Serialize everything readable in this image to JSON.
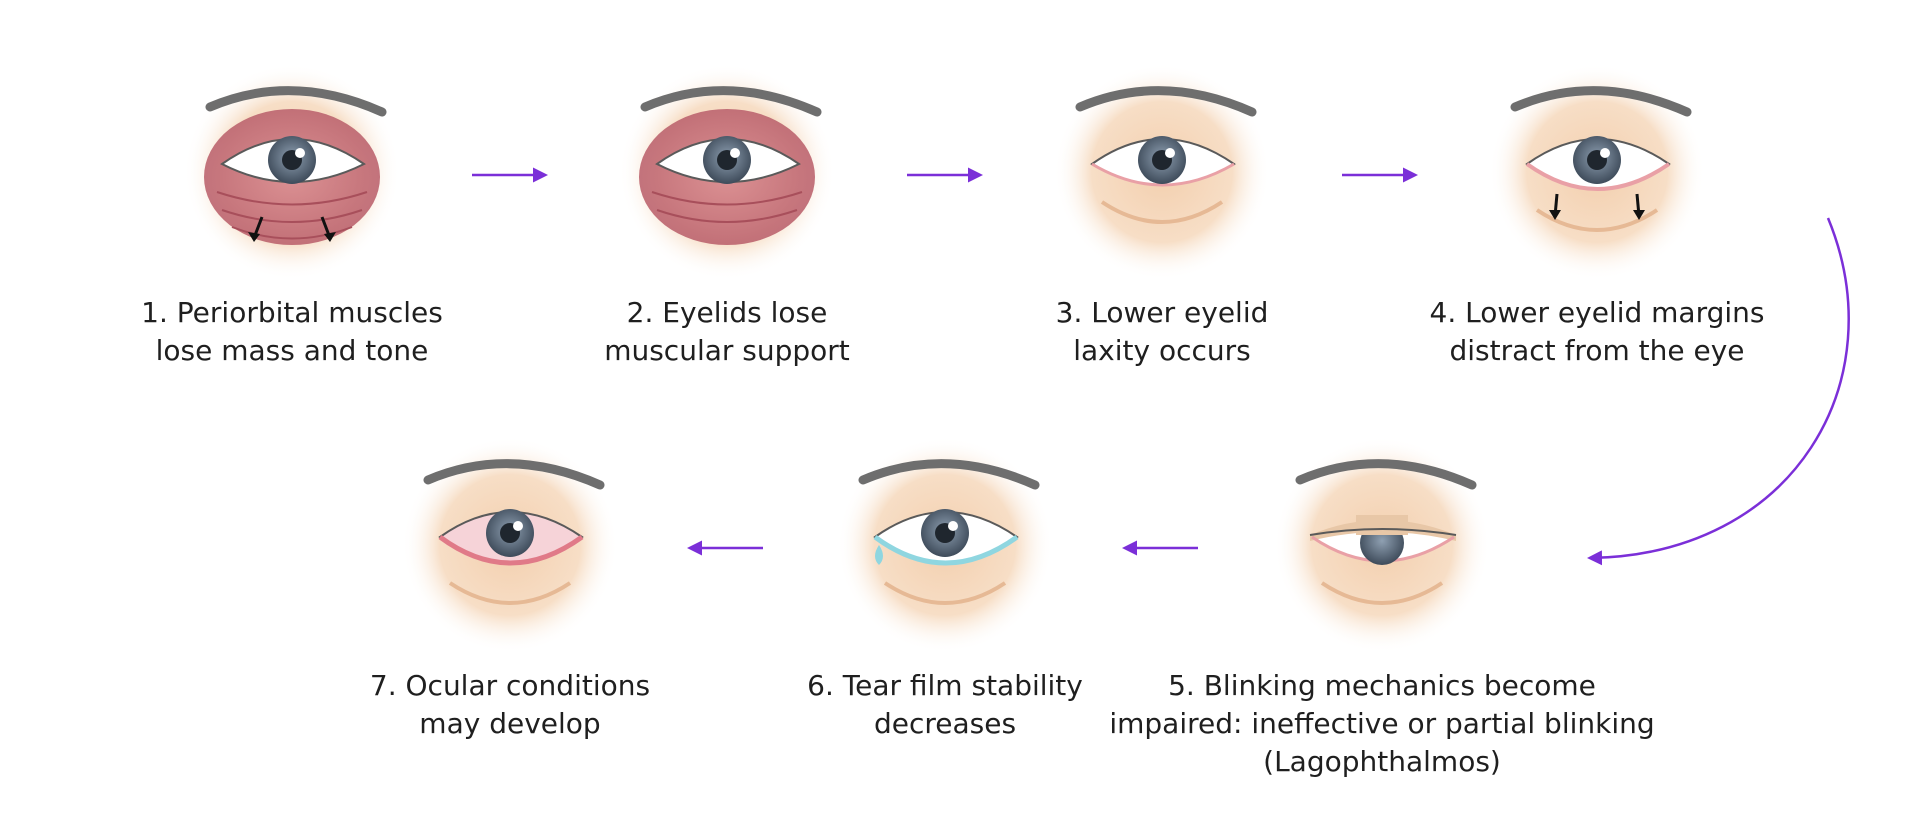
{
  "steps": [
    {
      "number": 1,
      "lines": [
        "1. Periorbital muscles",
        "lose mass and tone"
      ],
      "illustration": "eye-muscle-sagging-icon"
    },
    {
      "number": 2,
      "lines": [
        "2. Eyelids lose",
        "muscular support"
      ],
      "illustration": "eye-muscle-icon"
    },
    {
      "number": 3,
      "lines": [
        "3. Lower eyelid",
        "laxity occurs"
      ],
      "illustration": "eye-lax-lid-icon"
    },
    {
      "number": 4,
      "lines": [
        "4. Lower eyelid margins",
        "distract from the eye"
      ],
      "illustration": "eye-lid-distraction-icon"
    },
    {
      "number": 5,
      "lines": [
        "5. Blinking mechanics become",
        "impaired: ineffective or partial blinking",
        "(Lagophthalmos)"
      ],
      "illustration": "eye-partial-blink-icon"
    },
    {
      "number": 6,
      "lines": [
        "6. Tear film stability",
        "decreases"
      ],
      "illustration": "eye-tear-icon"
    },
    {
      "number": 7,
      "lines": [
        "7. Ocular conditions",
        "may develop"
      ],
      "illustration": "eye-irritated-icon"
    }
  ],
  "colors": {
    "arrow": "#7b2fd8",
    "label_text": "#1f1f1f",
    "skin": "#f6dcc2",
    "muscle": "#c9707a",
    "iris": "#4a5868",
    "brow": "#6e6e6e"
  }
}
